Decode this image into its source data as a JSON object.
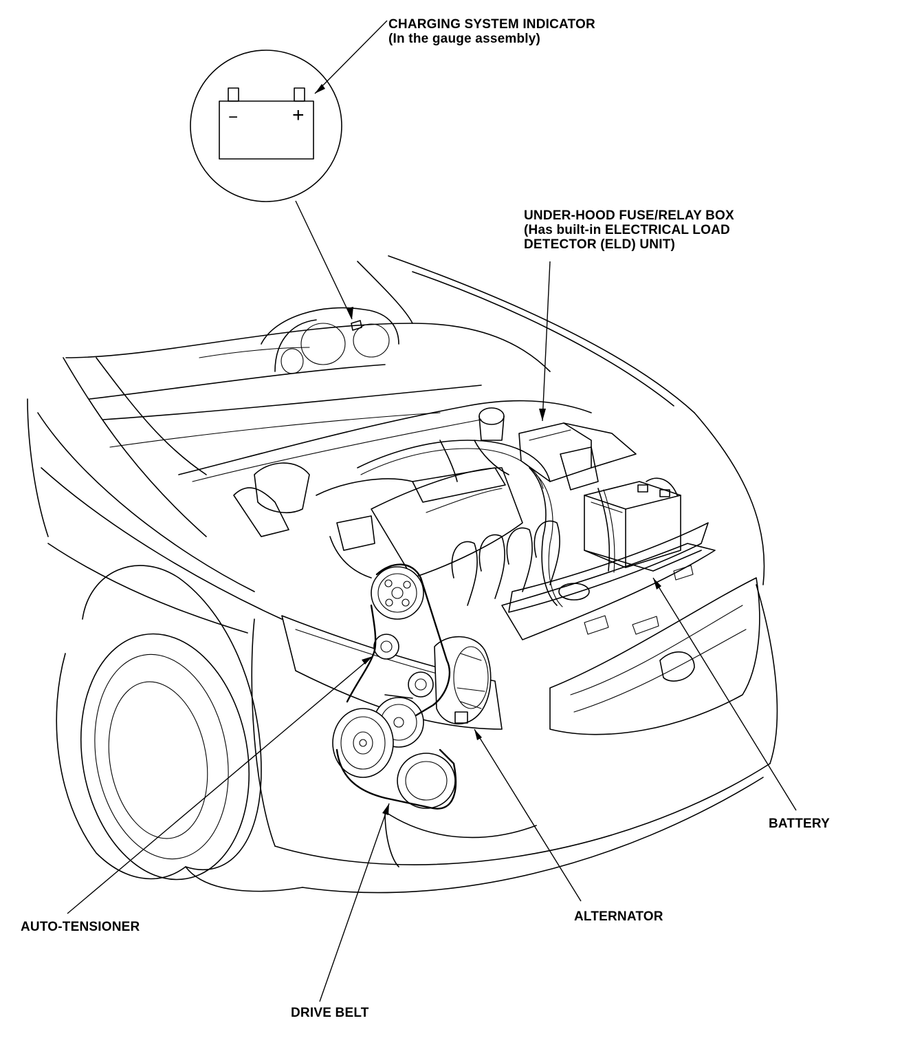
{
  "labels": {
    "charging_indicator": [
      "CHARGING SYSTEM INDICATOR",
      "(In the gauge assembly)"
    ],
    "fuse_box": [
      "UNDER-HOOD FUSE/RELAY BOX",
      "(Has built-in ELECTRICAL LOAD",
      "DETECTOR (ELD) UNIT)"
    ],
    "battery": "BATTERY",
    "alternator": "ALTERNATOR",
    "auto_tensioner": "AUTO-TENSIONER",
    "drive_belt": "DRIVE BELT"
  },
  "inset_symbol": {
    "minus": "−",
    "plus": "+"
  },
  "colors": {
    "ink": "#000000",
    "paper": "#ffffff"
  }
}
